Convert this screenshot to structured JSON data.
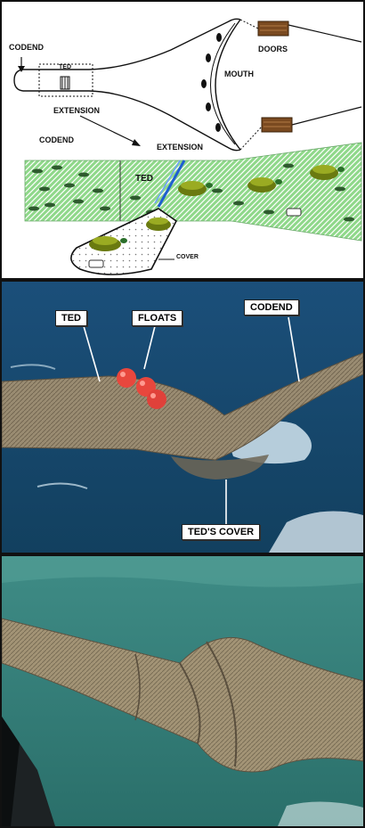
{
  "diagram": {
    "labels": {
      "codend_top": "CODEND",
      "ted_small": "TED",
      "extension_top": "EXTENSION",
      "mouth": "MOUTH",
      "doors": "DOORS",
      "codend_mid": "CODEND",
      "extension_mid": "EXTENSION",
      "ted_mid": "TED",
      "cover": "COVER"
    }
  },
  "photo1": {
    "labels": {
      "ted": "TED",
      "floats": "FLOATS",
      "codend": "CODEND",
      "teds_cover": "TED'S COVER"
    }
  },
  "colors": {
    "net_green": "#7fd07f",
    "sea_blue": "#1d5a86",
    "sea_green": "#3f9a8a",
    "net_tan": "#9a8c72",
    "float_red": "#e8473d",
    "door_brown": "#7a4a20"
  },
  "icons": [
    "turtle-icon",
    "fish-icon",
    "ted-grid-icon",
    "door-icon",
    "float-icon"
  ]
}
